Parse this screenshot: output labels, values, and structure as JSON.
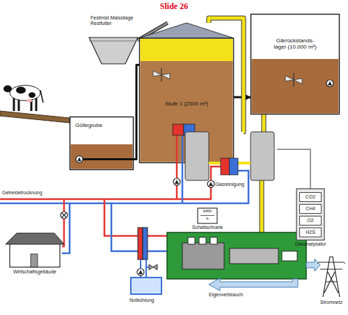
{
  "diagram": {
    "title": "Slide 26",
    "nodes": [
      {
        "text": [
          "Festmist Maissilage Restfutter"
        ]
      },
      {
        "text": [
          "Güllegrube"
        ]
      },
      {
        "text": [
          "Stufe 1 (2500 m³)"
        ]
      },
      {
        "text": [
          "Gärrückstands- lager (10.000 m³)"
        ]
      },
      {
        "text": [
          "Gasreinigung"
        ]
      },
      {
        "text": [
          "Gasanalysator"
        ]
      },
      {
        "text": [
          "CO2"
        ],
        "in": 5
      },
      {
        "text": [
          "CH4"
        ],
        "in": 5
      },
      {
        "text": [
          "O2"
        ],
        "in": 5
      },
      {
        "text": [
          "H2S"
        ],
        "in": 5
      },
      {
        "text": [
          "kWh",
          "h",
          "Schaltschrank"
        ]
      },
      {
        "text": [
          "Wirtschaftsgebäude"
        ]
      },
      {
        "text": [
          "Stromnetz"
        ]
      }
    ],
    "edges": [
      {
        "from": 0,
        "to": 2,
        "arrow": "none"
      },
      {
        "from": 1,
        "to": 2,
        "arrow": "none"
      },
      {
        "from": 2,
        "to": 3,
        "arrow": "to"
      },
      {
        "from": 2,
        "to": 4,
        "arrow": "none"
      },
      {
        "from": 3,
        "to": 4,
        "arrow": "none"
      },
      {
        "from": 4,
        "to": 5,
        "arrow": "none"
      }
    ],
    "labels": [
      "Getreidetrocknung",
      "Notkühlung",
      "Eigenverbrauch"
    ]
  }
}
